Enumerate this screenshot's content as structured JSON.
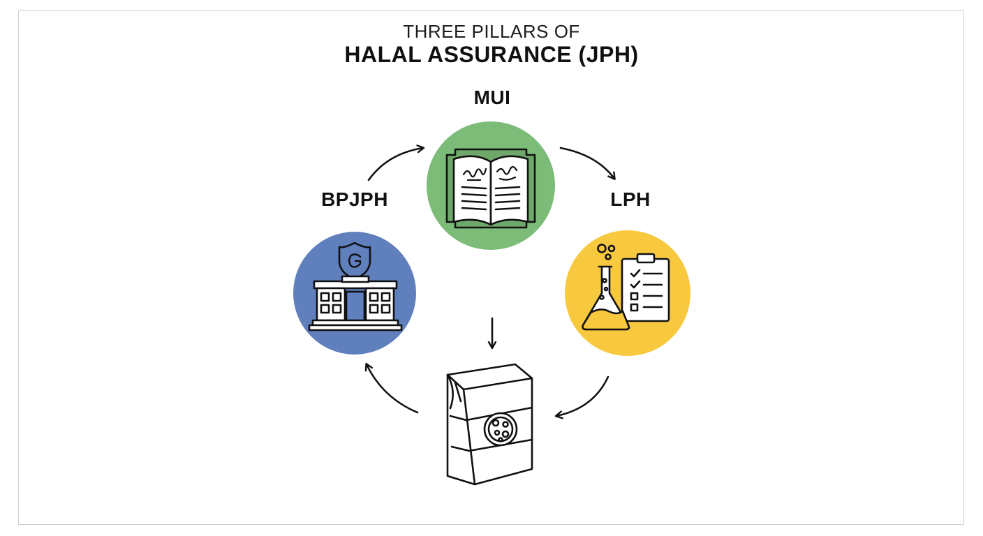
{
  "title": {
    "line1": "THREE PILLARS OF",
    "line2": "HALAL ASSURANCE (JPH)"
  },
  "nodes": {
    "mui": {
      "label": "MUI",
      "color": "#7dbb78",
      "icon": "open-quran-book-icon"
    },
    "lph": {
      "label": "LPH",
      "color": "#f8c83e",
      "icon": "lab-flask-checklist-icon"
    },
    "bpjph": {
      "label": "BPJPH",
      "color": "#5f7fbd",
      "icon": "government-building-shield-icon"
    },
    "product": {
      "icon": "halal-product-package-icon"
    }
  },
  "colors": {
    "stroke": "#111111",
    "frame": "#cfcfcf"
  }
}
